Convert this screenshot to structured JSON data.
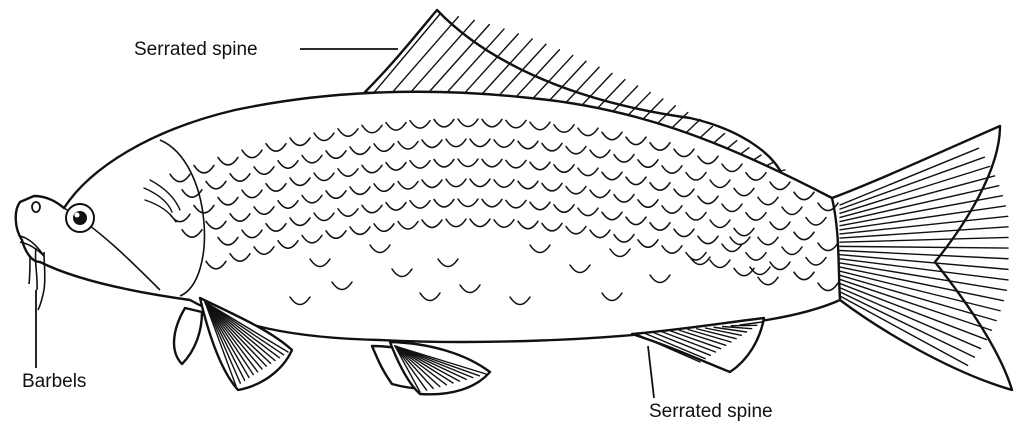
{
  "figure": {
    "labels": {
      "dorsal_spine": "Serrated spine",
      "barbels": "Barbels",
      "anal_spine": "Serrated spine"
    },
    "colors": {
      "ink": "#111111",
      "paper": "#ffffff"
    }
  }
}
